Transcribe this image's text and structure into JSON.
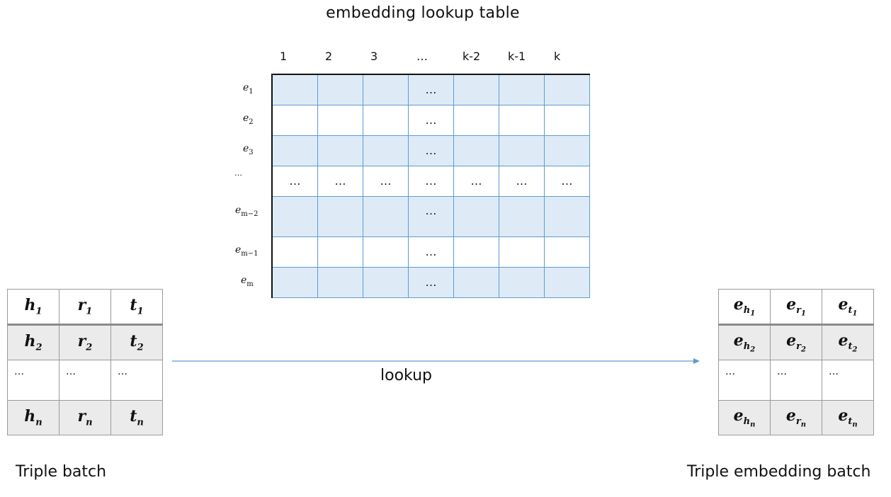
{
  "title": "embedding lookup table",
  "matrix": {
    "column_headers": [
      "1",
      "2",
      "3",
      "…",
      "k-2",
      "k-1",
      "k"
    ],
    "row_labels": [
      {
        "base": "e",
        "sub": "1"
      },
      {
        "base": "e",
        "sub": "2"
      },
      {
        "base": "e",
        "sub": "3"
      },
      {
        "base": "…",
        "sub": ""
      },
      {
        "base": "e",
        "sub": "m−2"
      },
      {
        "base": "e",
        "sub": "m−1"
      },
      {
        "base": "e",
        "sub": "m"
      }
    ],
    "ellipsis": "…",
    "shade_color": "#deebf7",
    "line_color": "#5b9bd5"
  },
  "triple_batch": {
    "rows": [
      [
        {
          "b": "h",
          "s": "1"
        },
        {
          "b": "r",
          "s": "1"
        },
        {
          "b": "t",
          "s": "1"
        }
      ],
      [
        {
          "b": "h",
          "s": "2"
        },
        {
          "b": "r",
          "s": "2"
        },
        {
          "b": "t",
          "s": "2"
        }
      ],
      [
        {
          "b": "…",
          "s": ""
        },
        {
          "b": "…",
          "s": ""
        },
        {
          "b": "…",
          "s": ""
        }
      ],
      [
        {
          "b": "h",
          "s": "n"
        },
        {
          "b": "r",
          "s": "n"
        },
        {
          "b": "t",
          "s": "n"
        }
      ]
    ],
    "caption": "Triple batch"
  },
  "embedding_batch": {
    "rows": [
      [
        {
          "b": "e",
          "s": "h",
          "ss": "1"
        },
        {
          "b": "e",
          "s": "r",
          "ss": "1"
        },
        {
          "b": "e",
          "s": "t",
          "ss": "1"
        }
      ],
      [
        {
          "b": "e",
          "s": "h",
          "ss": "2"
        },
        {
          "b": "e",
          "s": "r",
          "ss": "2"
        },
        {
          "b": "e",
          "s": "t",
          "ss": "2"
        }
      ],
      [
        {
          "b": "…",
          "s": "",
          "ss": ""
        },
        {
          "b": "…",
          "s": "",
          "ss": ""
        },
        {
          "b": "…",
          "s": "",
          "ss": ""
        }
      ],
      [
        {
          "b": "e",
          "s": "h",
          "ss": "n"
        },
        {
          "b": "e",
          "s": "r",
          "ss": "n"
        },
        {
          "b": "e",
          "s": "t",
          "ss": "n"
        }
      ]
    ],
    "caption": "Triple embedding batch"
  },
  "arrow": {
    "label": "lookup",
    "color": "#5b9bd5"
  }
}
